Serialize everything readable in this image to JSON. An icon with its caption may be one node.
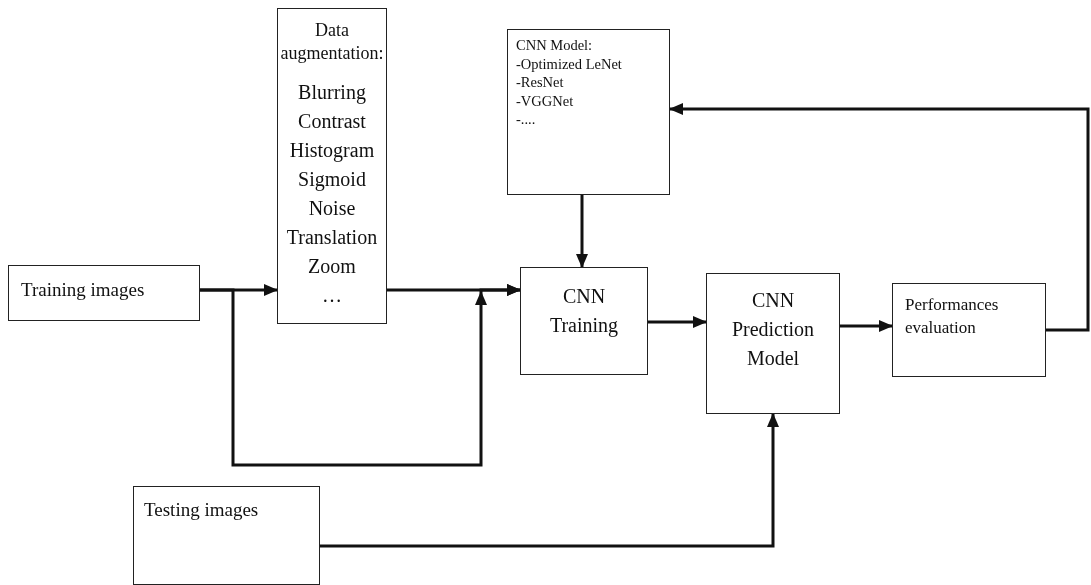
{
  "diagram": {
    "nodes": [
      {
        "text": [
          "Training images"
        ]
      },
      {
        "text": [
          "Data augmentation:",
          "Blurring",
          "Contrast",
          "Histogram",
          "Sigmoid",
          "Noise",
          "Translation",
          "Zoom",
          "…"
        ]
      },
      {
        "text": [
          "CNN Model:",
          "-Optimized LeNet",
          "-ResNet",
          "-VGGNet",
          "-...."
        ]
      },
      {
        "text": [
          "CNN Training"
        ]
      },
      {
        "text": [
          "CNN Prediction Model"
        ]
      },
      {
        "text": [
          "Performances evaluation"
        ]
      },
      {
        "text": [
          "Testing images"
        ]
      }
    ],
    "edges": [
      {
        "from": 0,
        "to": 1,
        "arrow": "to"
      },
      {
        "from": 0,
        "to": 3,
        "arrow": "to"
      },
      {
        "from": 1,
        "to": 3,
        "arrow": "to"
      },
      {
        "from": 2,
        "to": 3,
        "arrow": "to"
      },
      {
        "from": 3,
        "to": 4,
        "arrow": "to"
      },
      {
        "from": 4,
        "to": 5,
        "arrow": "to"
      },
      {
        "from": 5,
        "to": 2,
        "arrow": "to"
      },
      {
        "from": 6,
        "to": 4,
        "arrow": "to"
      }
    ]
  }
}
